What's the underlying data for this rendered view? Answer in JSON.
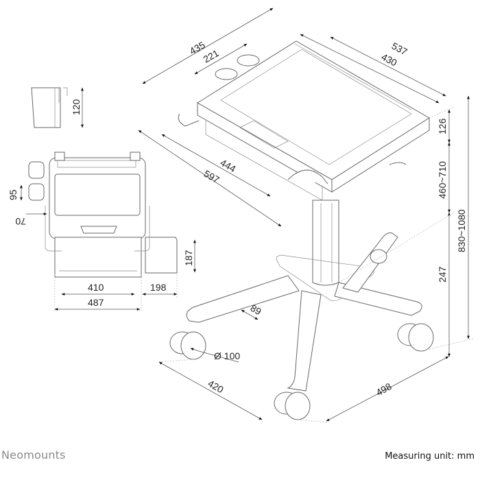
{
  "brand": "Neomounts",
  "unit_note": "Measuring unit: mm",
  "dimensions": {
    "top_width": "435",
    "holder_span": "221",
    "top_depth": "537",
    "tray_depth": "430",
    "keyboard_width": "444",
    "overall_width": "597",
    "top_thickness": "126",
    "height_range": "460~710",
    "overall_height": "830~1080",
    "base_height": "247",
    "cup_height": "120",
    "cup_pitch": "95",
    "side_offset": "70",
    "drawer_depth": "187",
    "inner_width": "410",
    "side_tray": "198",
    "front_width": "487",
    "leg_width": "89",
    "caster_diameter": "Ø 100",
    "base_front": "420",
    "base_side": "498"
  }
}
